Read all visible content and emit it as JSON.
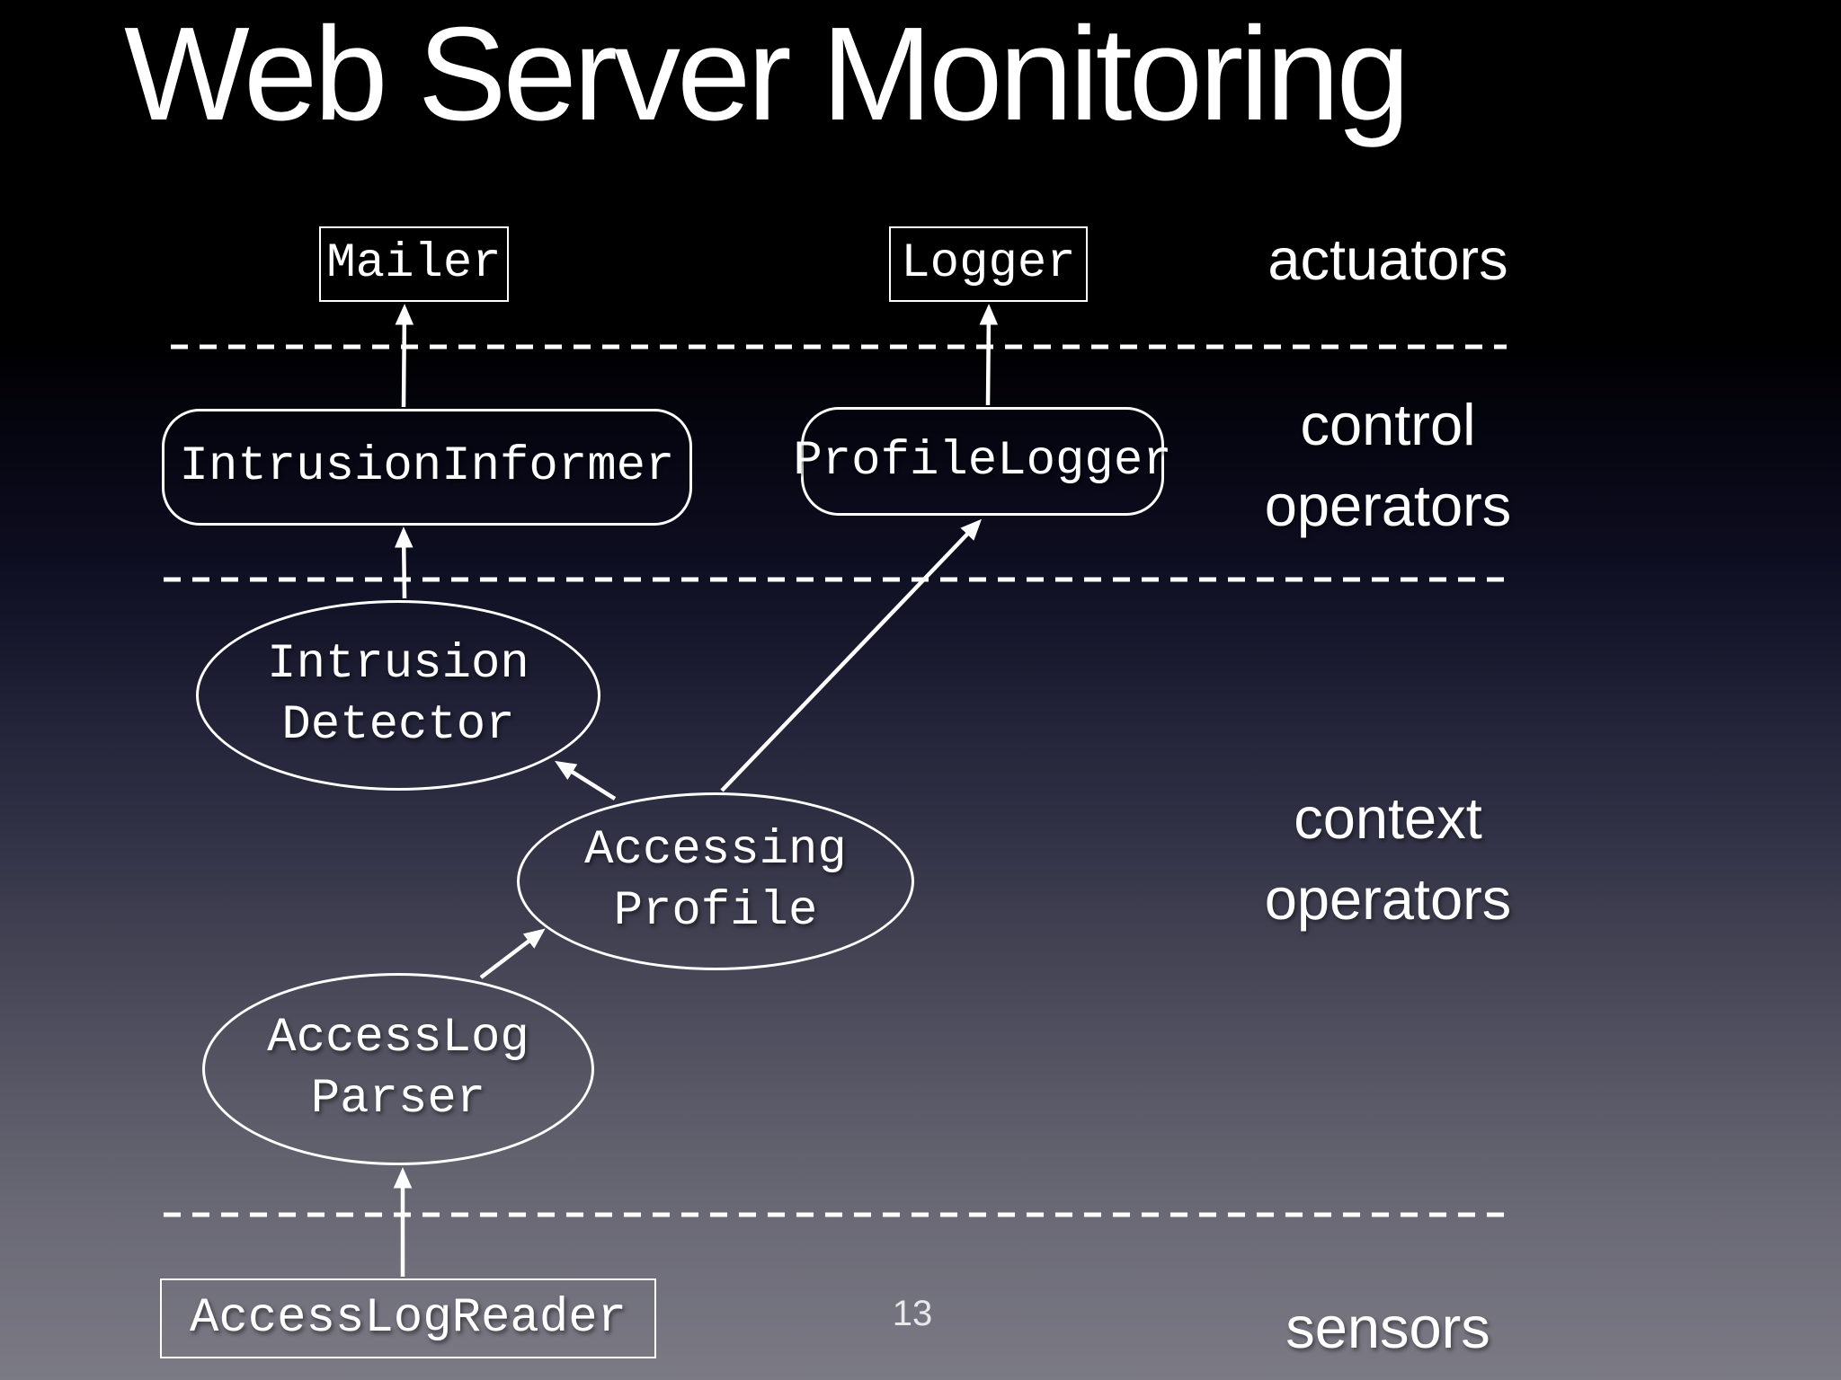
{
  "slide": {
    "title": "Web Server Monitoring",
    "page_number": "13"
  },
  "nodes": {
    "mailer": {
      "label": "Mailer",
      "shape": "rectangle"
    },
    "logger": {
      "label": "Logger",
      "shape": "rectangle"
    },
    "intrusion_informer": {
      "label": "IntrusionInformer",
      "shape": "rounded-rectangle"
    },
    "profile_logger": {
      "label": "ProfileLogger",
      "shape": "rounded-rectangle"
    },
    "intrusion_detector": {
      "line1": "Intrusion",
      "line2": "Detector",
      "shape": "ellipse"
    },
    "accessing_profile": {
      "line1": "Accessing",
      "line2": "Profile",
      "shape": "ellipse"
    },
    "accesslog_parser": {
      "line1": "AccessLog",
      "line2": "Parser",
      "shape": "ellipse"
    },
    "accesslog_reader": {
      "label": "AccessLogReader",
      "shape": "rectangle"
    }
  },
  "layer_labels": {
    "actuators": "actuators",
    "control": {
      "line1": "control",
      "line2": "operators"
    },
    "context": {
      "line1": "context",
      "line2": "operators"
    },
    "sensors": "sensors"
  },
  "edges": [
    {
      "from": "AccessLogReader",
      "to": "AccessLog Parser"
    },
    {
      "from": "AccessLog Parser",
      "to": "Accessing Profile"
    },
    {
      "from": "Accessing Profile",
      "to": "Intrusion Detector"
    },
    {
      "from": "Accessing Profile",
      "to": "ProfileLogger"
    },
    {
      "from": "Intrusion Detector",
      "to": "IntrusionInformer"
    },
    {
      "from": "IntrusionInformer",
      "to": "Mailer"
    },
    {
      "from": "ProfileLogger",
      "to": "Logger"
    }
  ],
  "colors": {
    "background_top": "#000000",
    "background_bottom": "#7b7a85",
    "stroke": "#ffffff",
    "text": "#ffffff"
  }
}
